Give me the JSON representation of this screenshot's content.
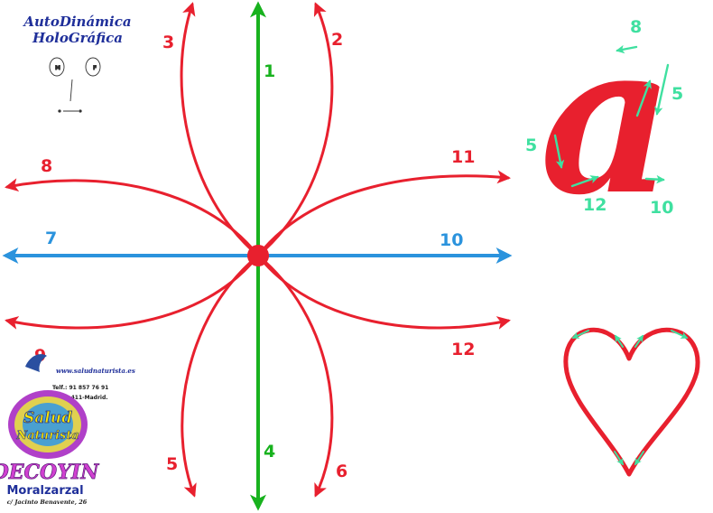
{
  "title": {
    "line1": "AutoDinámica",
    "line2": "HoloGráfica"
  },
  "face": {
    "left_eye": "M",
    "right_eye": "F"
  },
  "colors": {
    "red": "#e8202e",
    "green": "#18b21e",
    "blue": "#2b93dd",
    "mint": "#3fe0a0",
    "navy": "#1f2f9a"
  },
  "arrows": [
    {
      "id": "1",
      "label": "1",
      "color": "green"
    },
    {
      "id": "2",
      "label": "2",
      "color": "red"
    },
    {
      "id": "3",
      "label": "3",
      "color": "red"
    },
    {
      "id": "4",
      "label": "4",
      "color": "green"
    },
    {
      "id": "5",
      "label": "5",
      "color": "red"
    },
    {
      "id": "6",
      "label": "6",
      "color": "red"
    },
    {
      "id": "7",
      "label": "7",
      "color": "blue"
    },
    {
      "id": "8",
      "label": "8",
      "color": "red"
    },
    {
      "id": "9",
      "label": "9",
      "color": "red"
    },
    {
      "id": "10",
      "label": "10",
      "color": "blue"
    },
    {
      "id": "11",
      "label": "11",
      "color": "red"
    },
    {
      "id": "12",
      "label": "12",
      "color": "red"
    }
  ],
  "letter": {
    "glyph": "a",
    "stroke_labels": [
      "8",
      "5",
      "5",
      "12",
      "10"
    ]
  },
  "heart": {
    "icon": "heart-icon"
  },
  "logo": {
    "url": "www.saludnaturista.es",
    "phone": "Telf.: 91 857 76 91",
    "postal": "28.411-Madrid.",
    "word1": "Salud",
    "word2": "Naturista",
    "brand": "DECOYIN",
    "town": "Moralzarzal",
    "address": "c/ Jacinto Benavente, 26"
  }
}
